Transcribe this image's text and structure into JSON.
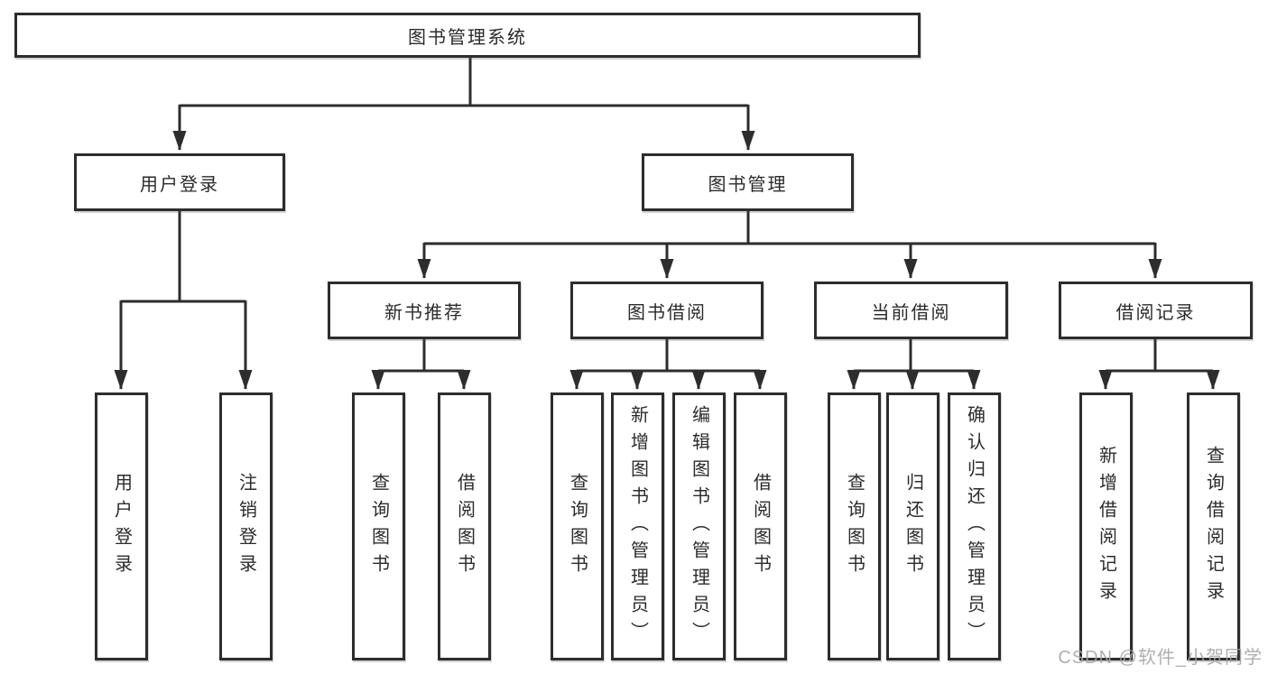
{
  "diagram": {
    "root": {
      "label": "图书管理系统"
    },
    "user_login": {
      "label": "用户登录",
      "children": {
        "login": {
          "label": "用户登录"
        },
        "logout": {
          "label": "注销登录"
        }
      }
    },
    "book_management": {
      "label": "图书管理",
      "children": {
        "new_book_recommend": {
          "label": "新书推荐",
          "children": {
            "query_books": {
              "label": "查询图书"
            },
            "borrow_books": {
              "label": "借阅图书"
            }
          }
        },
        "book_borrowing": {
          "label": "图书借阅",
          "children": {
            "query_books": {
              "label": "查询图书"
            },
            "add_books": {
              "label": "新增图书（管理员）"
            },
            "edit_books": {
              "label": "编辑图书（管理员）"
            },
            "borrow_books": {
              "label": "借阅图书"
            }
          }
        },
        "current_borrowing": {
          "label": "当前借阅",
          "children": {
            "query_books": {
              "label": "查询图书"
            },
            "return_books": {
              "label": "归还图书"
            },
            "confirm_return": {
              "label": "确认归还（管理员）"
            }
          }
        },
        "borrowing_records": {
          "label": "借阅记录",
          "children": {
            "add_record": {
              "label": "新增借阅记录"
            },
            "query_record": {
              "label": "查询借阅记录"
            }
          }
        }
      }
    }
  },
  "watermark": {
    "text": "CSDN @软件_小贺同学"
  },
  "colors": {
    "line": "#2d2d2d",
    "text": "#2b2b2b",
    "watermark": "#a4a4a4",
    "background": "#ffffff"
  }
}
